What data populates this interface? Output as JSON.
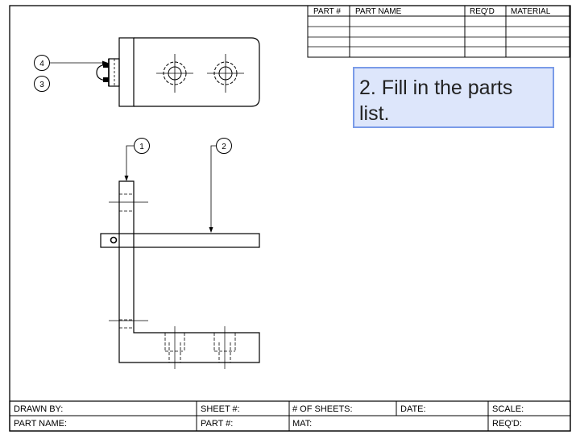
{
  "parts_list": {
    "headers": [
      "PART #",
      "PART NAME",
      "REQ'D",
      "MATERIAL"
    ],
    "rows": [
      [
        "",
        "",
        "",
        ""
      ],
      [
        "",
        "",
        "",
        ""
      ],
      [
        "",
        "",
        "",
        ""
      ],
      [
        "",
        "",
        "",
        ""
      ]
    ]
  },
  "balloons": {
    "b1": "1",
    "b2": "2",
    "b3": "3",
    "b4": "4"
  },
  "instruction": "2. Fill in the parts list.",
  "title_block": {
    "drawn_by": "DRAWN BY:",
    "sheet_no": "SHEET #:",
    "num_sheets": "# OF SHEETS:",
    "date": "DATE:",
    "scale": "SCALE:",
    "part_name": "PART NAME:",
    "part_no": "PART #:",
    "material": "MAT:",
    "reqd": "REQ'D:"
  }
}
